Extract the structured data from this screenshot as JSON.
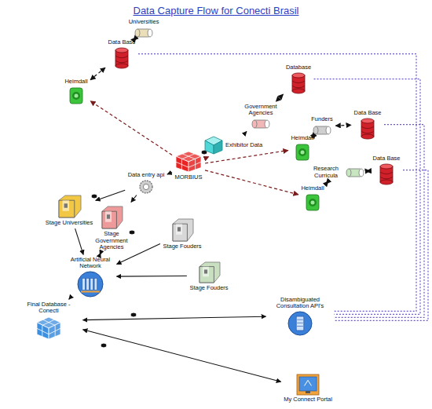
{
  "diagram": {
    "title": "Data Capture Flow for Conecti Brasil",
    "nodes": [
      {
        "text": [
          "Universities"
        ]
      },
      {
        "text": [
          "Data Base"
        ]
      },
      {
        "text": [
          "Heimdall"
        ]
      },
      {
        "text": [
          "Database"
        ]
      },
      {
        "text": [
          "Government Agencies"
        ]
      },
      {
        "text": [
          "Funders"
        ]
      },
      {
        "text": [
          "Data Base"
        ]
      },
      {
        "text": [
          "Exhibitor Data"
        ]
      },
      {
        "text": [
          "Heimdall"
        ]
      },
      {
        "text": [
          "Research Curricula"
        ]
      },
      {
        "text": [
          "Data Base"
        ]
      },
      {
        "text": [
          "MORBIUS"
        ]
      },
      {
        "text": [
          "Data entry api"
        ]
      },
      {
        "text": [
          "Heimdall"
        ]
      },
      {
        "text": [
          "Stage Universities"
        ]
      },
      {
        "text": [
          "Stage Government Agencies"
        ]
      },
      {
        "text": [
          "Stage Fouders"
        ]
      },
      {
        "text": [
          "Artificial Neural Network"
        ]
      },
      {
        "text": [
          "Stage Fouders"
        ]
      },
      {
        "text": [
          "Disambiguated Consultation API's"
        ]
      },
      {
        "text": [
          "Final Database - Conecti"
        ]
      },
      {
        "text": [
          "My Connect Portal"
        ]
      }
    ],
    "edges": [
      {
        "from": 0,
        "to": 1,
        "arrow": "both"
      },
      {
        "from": 1,
        "to": 2,
        "arrow": "both"
      },
      {
        "from": 11,
        "to": 2,
        "arrow": "to"
      },
      {
        "from": 3,
        "to": 4,
        "arrow": "both"
      },
      {
        "from": 7,
        "to": 4,
        "arrow": "to"
      },
      {
        "from": 11,
        "to": 7,
        "arrow": "to"
      },
      {
        "from": 5,
        "to": 6,
        "arrow": "both"
      },
      {
        "from": 5,
        "to": 8,
        "arrow": "both"
      },
      {
        "from": 11,
        "to": 8,
        "arrow": "to"
      },
      {
        "from": 9,
        "to": 10,
        "arrow": "both"
      },
      {
        "from": 9,
        "to": 13,
        "arrow": "both"
      },
      {
        "from": 11,
        "to": 13,
        "arrow": "to"
      },
      {
        "from": 11,
        "to": 12,
        "arrow": "to"
      },
      {
        "from": 12,
        "to": 14,
        "arrow": "to"
      },
      {
        "from": 12,
        "to": 15,
        "arrow": "to"
      },
      {
        "from": 14,
        "to": 17,
        "arrow": "to"
      },
      {
        "from": 15,
        "to": 17,
        "arrow": "both"
      },
      {
        "from": 16,
        "to": 17,
        "arrow": "to"
      },
      {
        "from": 18,
        "to": 17,
        "arrow": "to"
      },
      {
        "from": 17,
        "to": 20,
        "arrow": "to"
      },
      {
        "from": 20,
        "to": 19,
        "arrow": "both"
      },
      {
        "from": 20,
        "to": 21,
        "arrow": "both"
      },
      {
        "from": 1,
        "to": 19,
        "arrow": "none"
      },
      {
        "from": 3,
        "to": 19,
        "arrow": "none"
      },
      {
        "from": 6,
        "to": 19,
        "arrow": "none"
      },
      {
        "from": 10,
        "to": 19,
        "arrow": "none"
      }
    ]
  }
}
